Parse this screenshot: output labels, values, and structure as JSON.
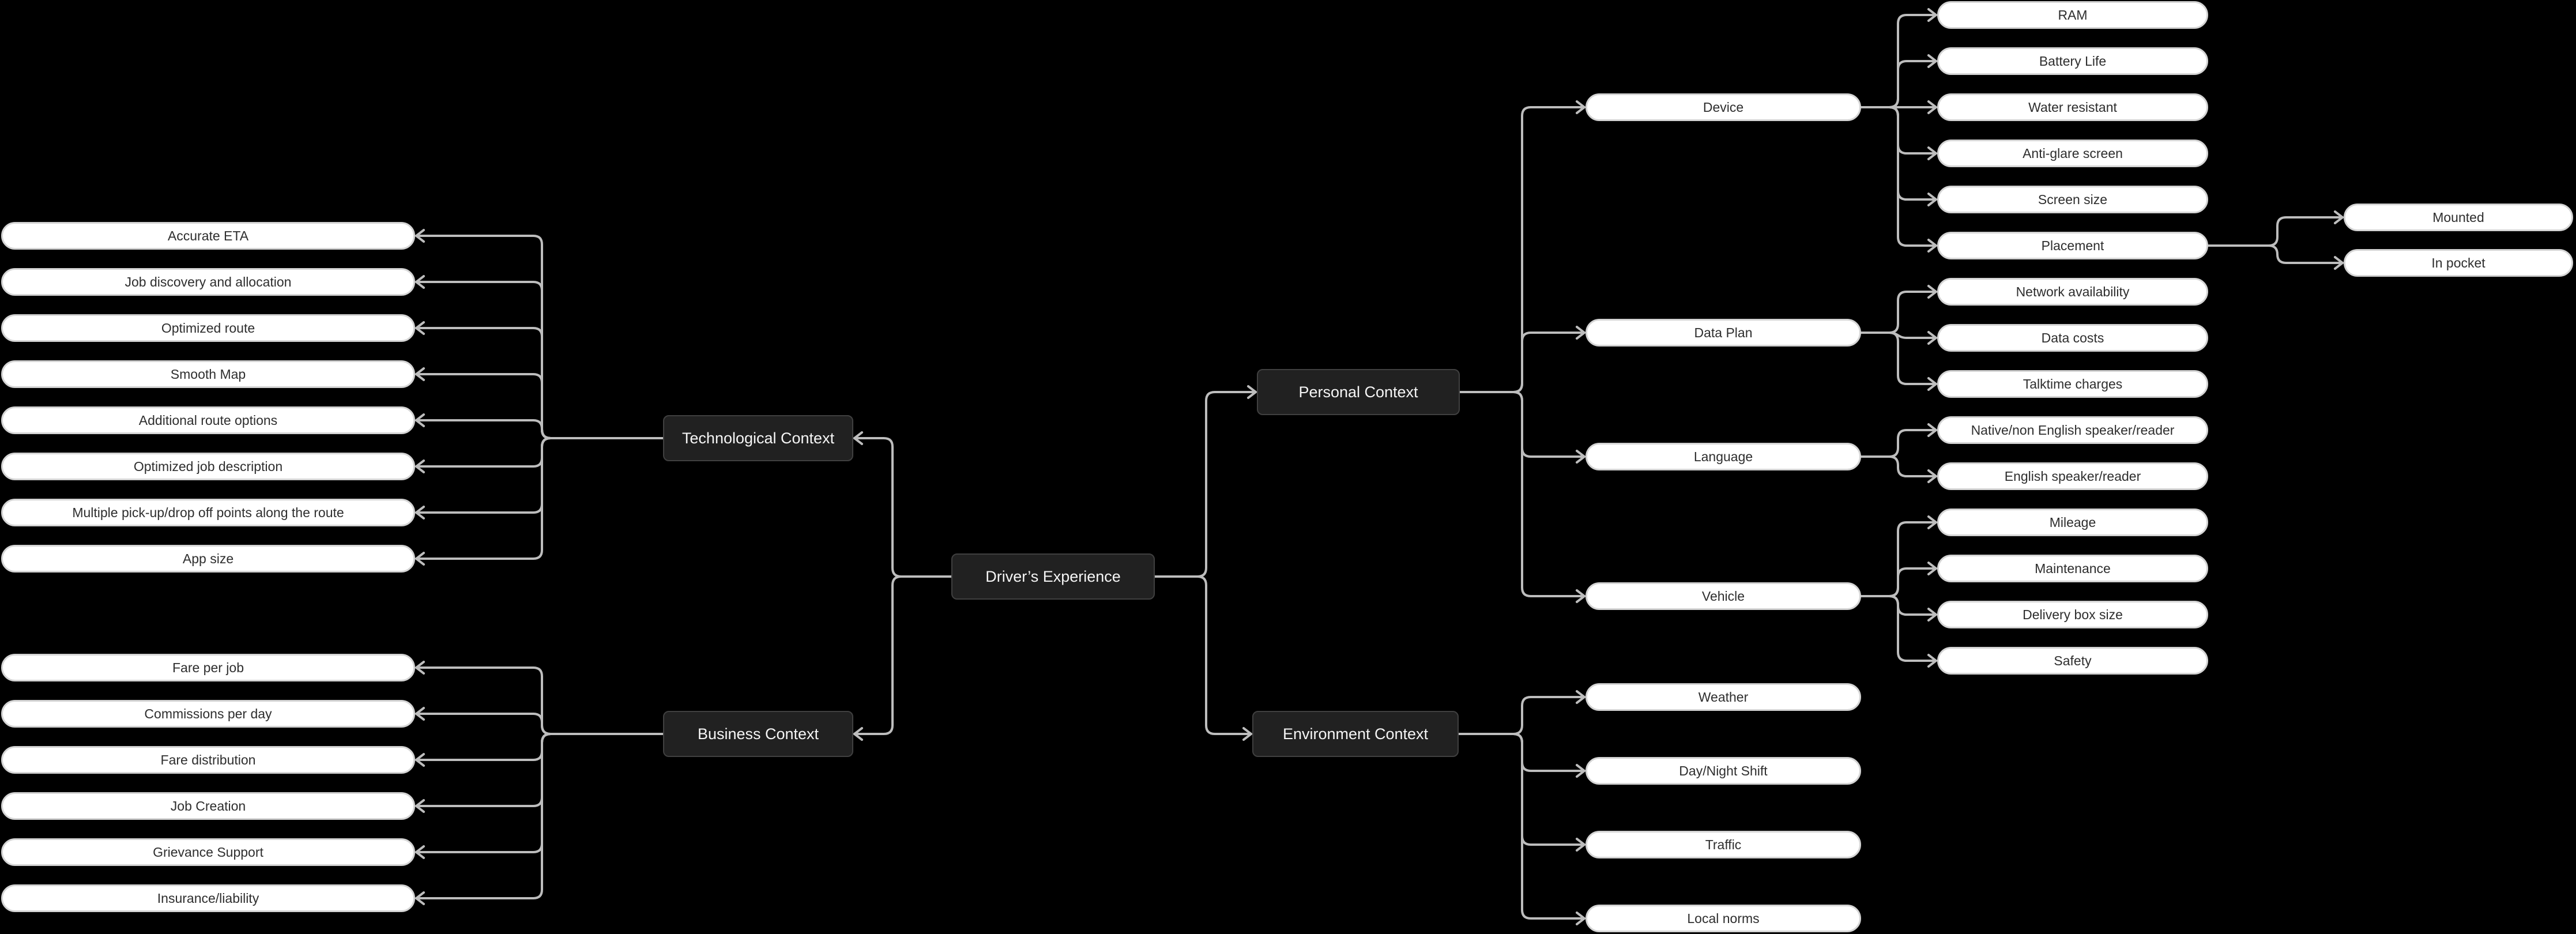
{
  "colors": {
    "background": "#000000",
    "line": "#bdbdbd",
    "pill_bg": "#ffffff",
    "pill_border": "#d4d4d4",
    "pill_text": "#2e2e2e",
    "dark_bg": "#212121",
    "dark_border": "#404040",
    "dark_text": "#f5f5f5"
  },
  "mindmap": {
    "root": "Driver’s Experience",
    "technological": {
      "label": "Technological Context",
      "items": [
        "Accurate ETA",
        "Job discovery and allocation",
        "Optimized route",
        "Smooth Map",
        "Additional route options",
        "Optimized job description",
        "Multiple pick-up/drop off points along the route",
        "App size"
      ]
    },
    "business": {
      "label": "Business Context",
      "items": [
        "Fare per job",
        "Commissions per day",
        "Fare distribution",
        "Job Creation",
        "Grievance Support",
        "Insurance/liability"
      ]
    },
    "personal": {
      "label": "Personal Context",
      "device": {
        "label": "Device",
        "items": [
          "RAM",
          "Battery Life",
          "Water resistant",
          "Anti-glare screen",
          "Screen size",
          "Placement"
        ]
      },
      "data_plan": {
        "label": "Data Plan",
        "items": [
          "Network availability",
          "Data costs",
          "Talktime charges"
        ]
      },
      "language": {
        "label": "Language",
        "items": [
          "Native/non English speaker/reader",
          "English speaker/reader"
        ]
      },
      "vehicle": {
        "label": "Vehicle",
        "items": [
          "Mileage",
          "Maintenance",
          "Delivery box size",
          "Safety"
        ]
      },
      "placement": {
        "items": [
          "Mounted",
          "In pocket"
        ]
      }
    },
    "environment": {
      "label": "Environment Context",
      "items": [
        "Weather",
        "Day/Night Shift",
        "Traffic",
        "Local norms"
      ]
    }
  }
}
